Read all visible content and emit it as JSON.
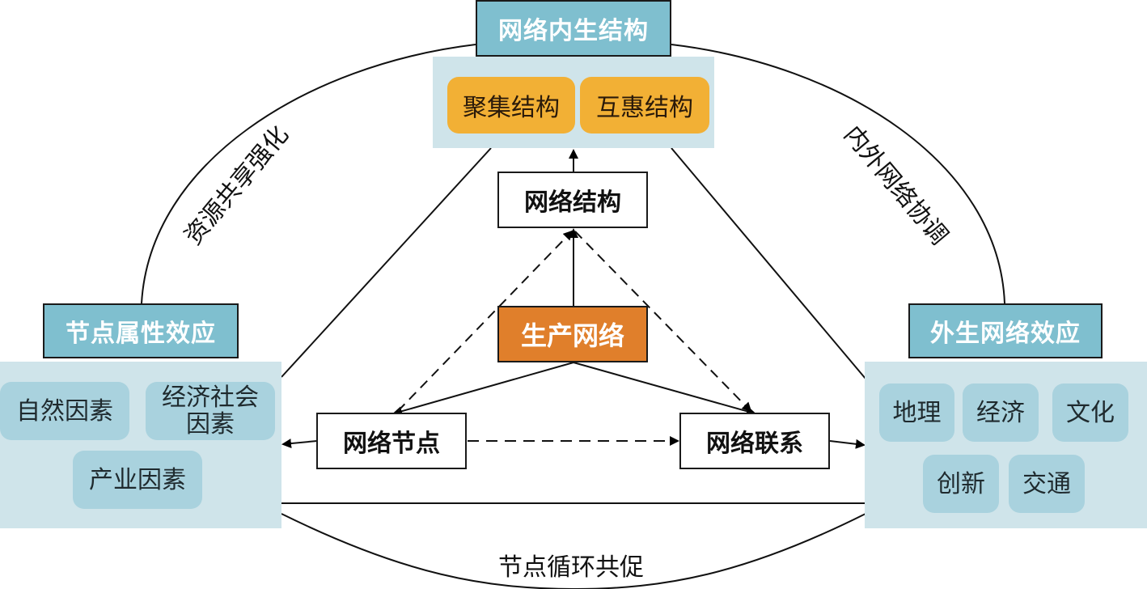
{
  "colors": {
    "header_teal": "#7fbfcf",
    "panel_bg": "#cfe4ea",
    "chip_blue": "#a9d2de",
    "chip_orange": "#f2b035",
    "center_orange": "#e07f2b"
  },
  "top": {
    "title": "网络内生结构",
    "chips": [
      "聚集结构",
      "互惠结构"
    ]
  },
  "left": {
    "title": "节点属性效应",
    "chips": [
      "自然因素",
      "经济社会\n因素",
      "产业因素"
    ]
  },
  "right": {
    "title": "外生网络效应",
    "chips": [
      "地理",
      "经济",
      "文化",
      "创新",
      "交通"
    ]
  },
  "center": {
    "core": "生产网络",
    "structure": "网络结构",
    "node": "网络节点",
    "link": "网络联系"
  },
  "arc_labels": {
    "left": "资源共享强化",
    "right": "内外网络协调",
    "bottom": "节点循环共促"
  }
}
